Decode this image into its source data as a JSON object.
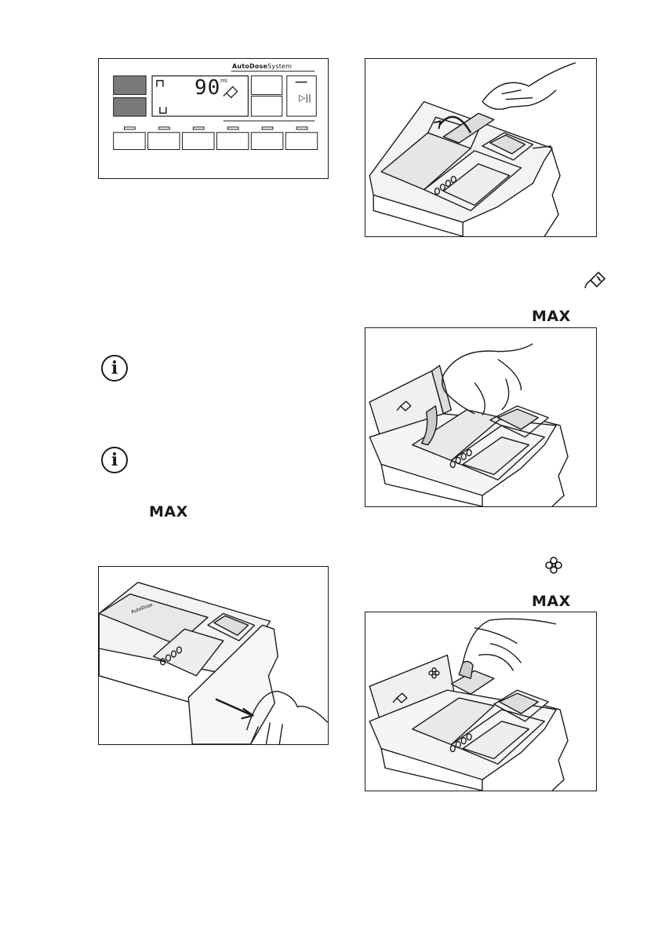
{
  "control_panel": {
    "brand_bold": "AutoDose",
    "brand_regular": "System",
    "dose_value": "90",
    "dose_unit": "ml",
    "start_pause_symbol": "▷||",
    "colors": {
      "dark_button": "#7a7a7a",
      "line": "#1a1a1a"
    }
  },
  "notes": [
    {
      "icon": "info-icon",
      "glyph": "i"
    },
    {
      "icon": "info-icon",
      "glyph": "i"
    }
  ],
  "labels": {
    "max_1": "MAX",
    "max_2": "MAX",
    "max_3": "MAX"
  },
  "drawer_labels": {
    "autodose_text": "AutoDose"
  },
  "symbols": [
    "detergent-dose-icon",
    "softener-flower-icon"
  ]
}
